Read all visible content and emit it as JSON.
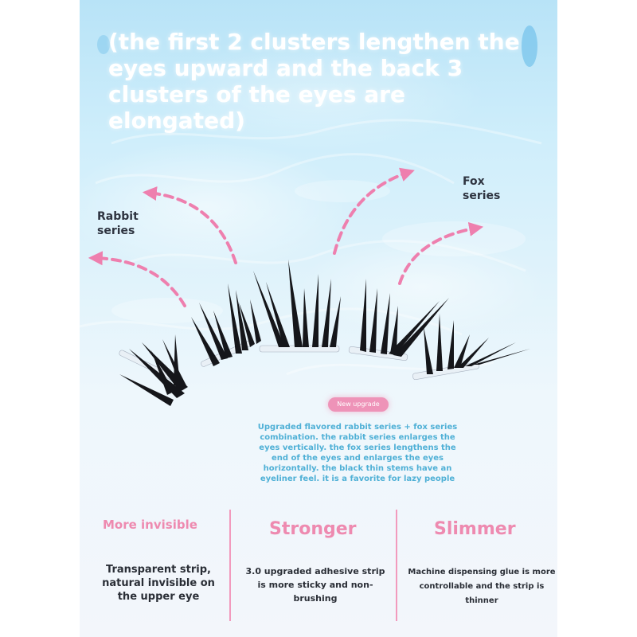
{
  "headline": "(the first 2 clusters lengthen the eyes upward and the back 3 clusters of the eyes are elongated)",
  "labels": {
    "rabbit": "Rabbit series",
    "fox": "Fox series"
  },
  "badge": "New upgrade",
  "description": "Upgraded flavored rabbit series + fox series combination. the rabbit series enlarges the eyes vertically. the fox series lengthens the end of the eyes and enlarges the eyes horizontally. the black thin stems have an eyeliner feel. it is a favorite for lazy people",
  "features": [
    {
      "title": "More invisible",
      "text": "Transparent strip, natural invisible on the upper eye"
    },
    {
      "title": "Stronger",
      "text": "3.0 upgraded adhesive strip is more sticky and non-brushing"
    },
    {
      "title": "Slimmer",
      "text": "Machine dispensing glue is more controllable and the strip is thinner"
    }
  ],
  "colors": {
    "accent_pink": "#ee8ab0",
    "arrow_pink": "#ee7fae",
    "description_blue": "#4fb0d6",
    "headline_white": "#ffffff",
    "lash_black": "#15161a"
  },
  "icons": [
    "dashed-arrow-icon",
    "eyelash-cluster-icon"
  ]
}
